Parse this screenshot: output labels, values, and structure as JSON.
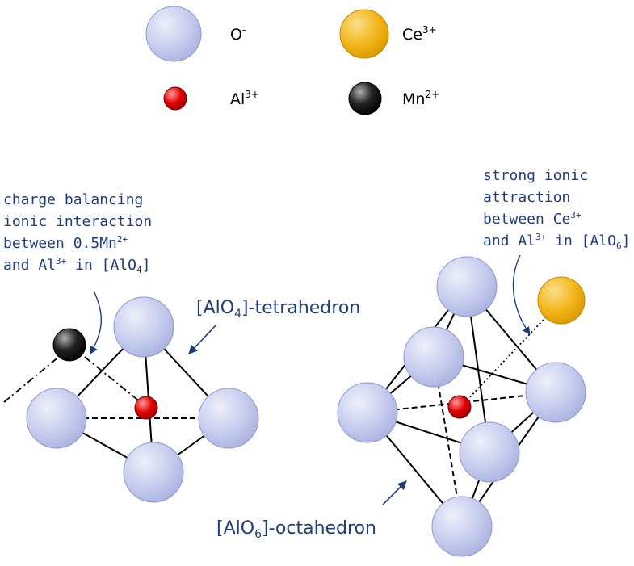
{
  "legend": {
    "oxygen": {
      "base": "O",
      "sup": "-"
    },
    "cerium": {
      "base": "Ce",
      "sup": "3+"
    },
    "aluminum": {
      "base": "Al",
      "sup": "3+"
    },
    "manganese": {
      "base": "Mn",
      "sup": "2+"
    }
  },
  "notes": {
    "left": {
      "line1": "charge balancing",
      "line2": "ionic interaction",
      "line3_pre": "between 0.5Mn",
      "line3_sup": "2+",
      "line4_pre": "and Al",
      "line4_sup": "3+",
      "line4_mid": " in [AlO",
      "line4_sub": "4",
      "line4_post": "]"
    },
    "right": {
      "line1": "strong ionic",
      "line2": "attraction",
      "line3_pre": "between Ce",
      "line3_sup": "3+",
      "line4_pre": "and Al",
      "line4_sup": "3+",
      "line4_mid": " in [AlO",
      "line4_sub": "6",
      "line4_post": "]"
    }
  },
  "callouts": {
    "tetrahedron": {
      "pre": "[AlO",
      "sub": "4",
      "post": "]-tetrahedron"
    },
    "octahedron": {
      "pre": "[AlO",
      "sub": "6",
      "post": "]-octahedron"
    }
  },
  "colors": {
    "oxygen": "#c4cbee",
    "cerium": "#f2b418",
    "aluminum": "#e00000",
    "manganese": "#111111",
    "text_blue": "#1f3d7a"
  }
}
